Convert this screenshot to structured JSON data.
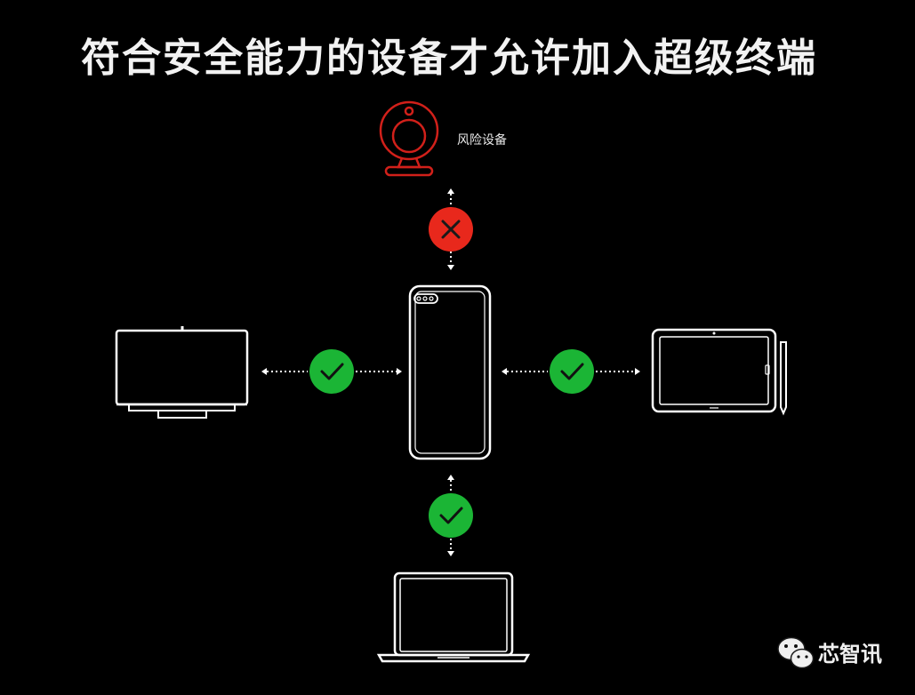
{
  "title": "符合安全能力的设备才允许加入超级终端",
  "risk_device": {
    "label": "风险设备",
    "status": "denied",
    "icon": "webcam-icon"
  },
  "devices": [
    {
      "name": "tv",
      "icon": "tv-icon",
      "status": "allowed"
    },
    {
      "name": "tablet",
      "icon": "tablet-with-stylus-icon",
      "status": "allowed"
    },
    {
      "name": "laptop",
      "icon": "laptop-icon",
      "status": "allowed"
    }
  ],
  "center_device": {
    "icon": "smartphone-icon"
  },
  "watermark": {
    "text": "芯智讯",
    "icon": "wechat-icon"
  },
  "colors": {
    "background": "#000000",
    "allowed": "#1bb535",
    "denied": "#e8281c",
    "risk_outline": "#d1201a",
    "line": "#ffffff"
  }
}
